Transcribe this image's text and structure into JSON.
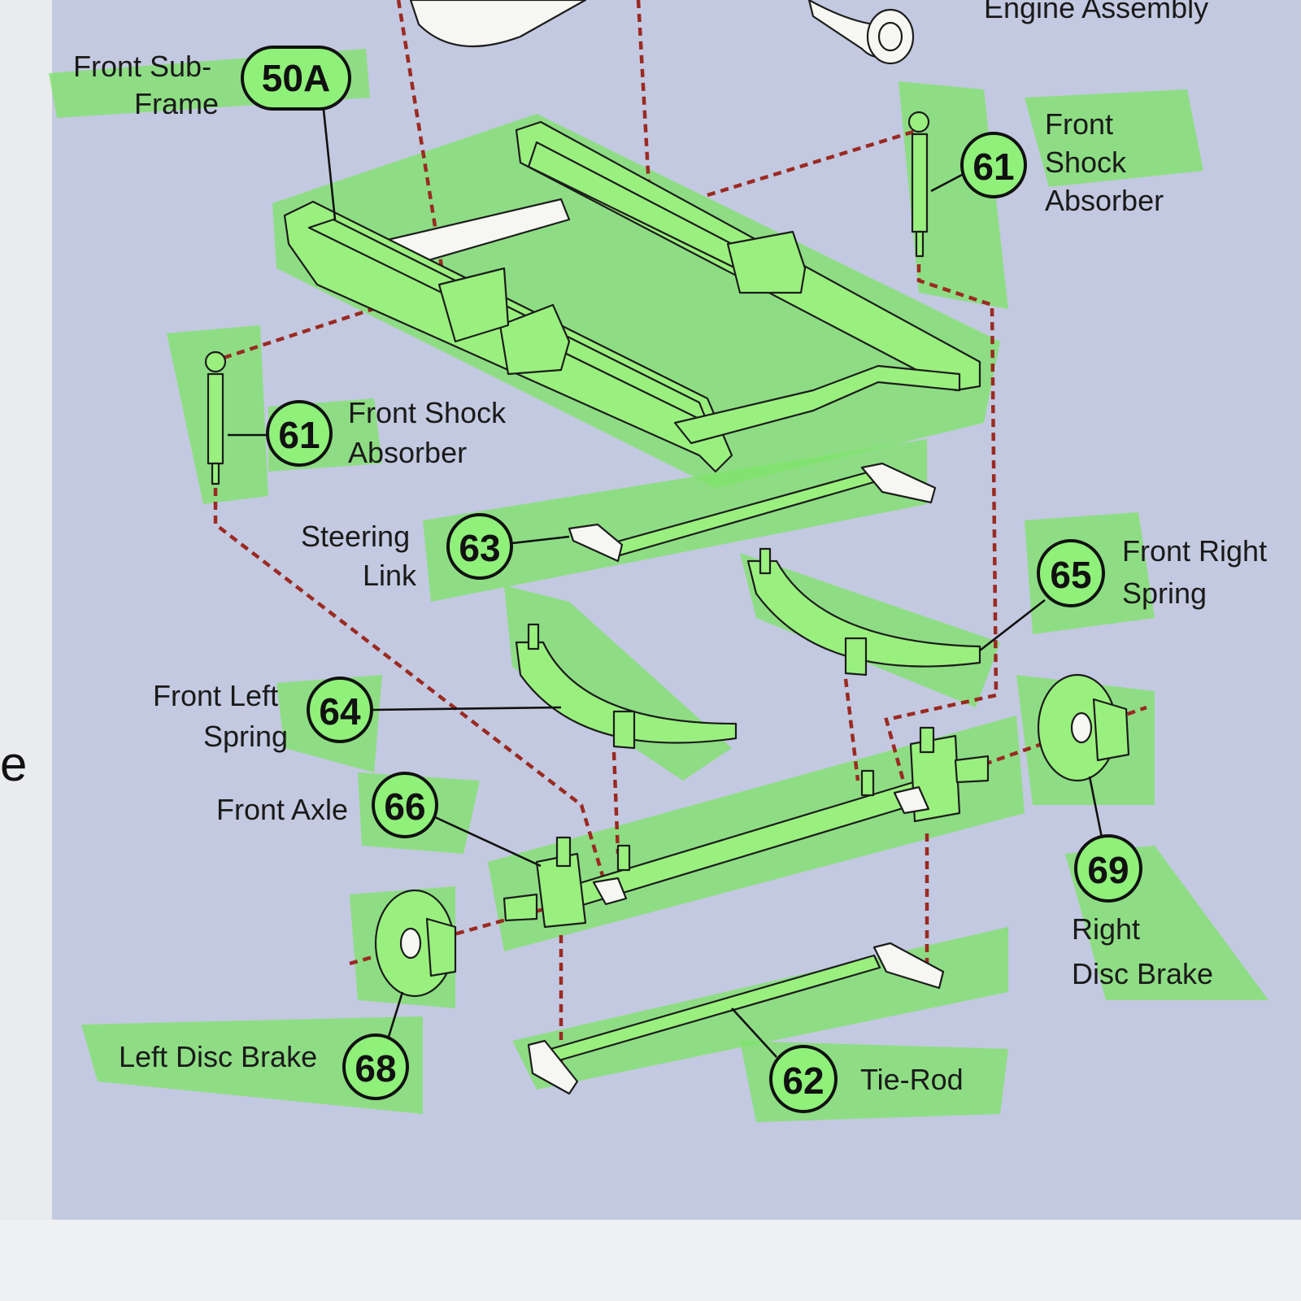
{
  "header": {
    "engine_label": "Engine Assembly"
  },
  "callouts": [
    {
      "id": "front-sub-frame",
      "number": "50A",
      "label_lines": [
        "Front Sub-",
        "Frame"
      ]
    },
    {
      "id": "front-shock-absorber-right",
      "number": "61",
      "label_lines": [
        "Front",
        "Shock",
        "Absorber"
      ]
    },
    {
      "id": "front-shock-absorber-left",
      "number": "61",
      "label_lines": [
        "Front Shock",
        "Absorber"
      ]
    },
    {
      "id": "steering-link",
      "number": "63",
      "label_lines": [
        "Steering",
        "Link"
      ]
    },
    {
      "id": "front-right-spring",
      "number": "65",
      "label_lines": [
        "Front Right",
        "Spring"
      ]
    },
    {
      "id": "front-left-spring",
      "number": "64",
      "label_lines": [
        "Front Left",
        "Spring"
      ]
    },
    {
      "id": "front-axle",
      "number": "66",
      "label_lines": [
        "Front Axle"
      ]
    },
    {
      "id": "right-disc-brake",
      "number": "69",
      "label_lines": [
        "Right",
        "Disc Brake"
      ]
    },
    {
      "id": "left-disc-brake",
      "number": "68",
      "label_lines": [
        "Left Disc Brake"
      ]
    },
    {
      "id": "tie-rod",
      "number": "62",
      "label_lines": [
        "Tie-Rod"
      ]
    }
  ],
  "colors": {
    "paper": "#c3c9e0",
    "highlighter": "#7fe36a",
    "part": "#9af07e",
    "dashed_guide": "#9a2a22",
    "ink": "#111111"
  }
}
